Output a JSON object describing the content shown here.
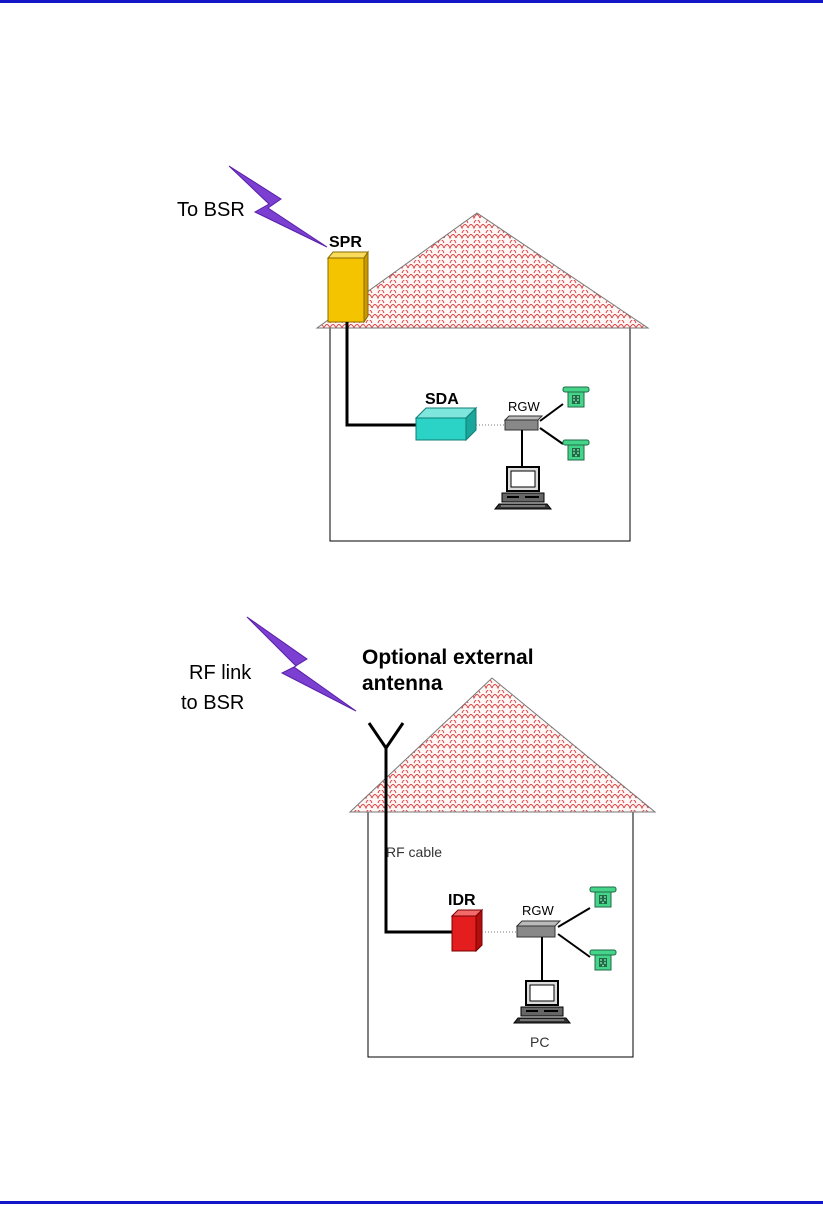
{
  "diagram1": {
    "link_label": "To BSR",
    "rooftop_unit": "SPR",
    "indoor_adapter": "SDA",
    "gateway": "RGW"
  },
  "diagram2": {
    "link_label_line1": "RF link",
    "link_label_line2": "to BSR",
    "antenna_label_line1": "Optional external",
    "antenna_label_line2": "antenna",
    "cable_label": "RF cable",
    "indoor_unit": "IDR",
    "gateway": "RGW",
    "computer": "PC"
  },
  "colors": {
    "rule": "#1515c8",
    "lightning": "#7b3fd1",
    "spr": "#f5c400",
    "sda": "#2bd3c6",
    "idr": "#e41e1e",
    "phone": "#44d48a",
    "roof_pattern": "#d94040"
  }
}
